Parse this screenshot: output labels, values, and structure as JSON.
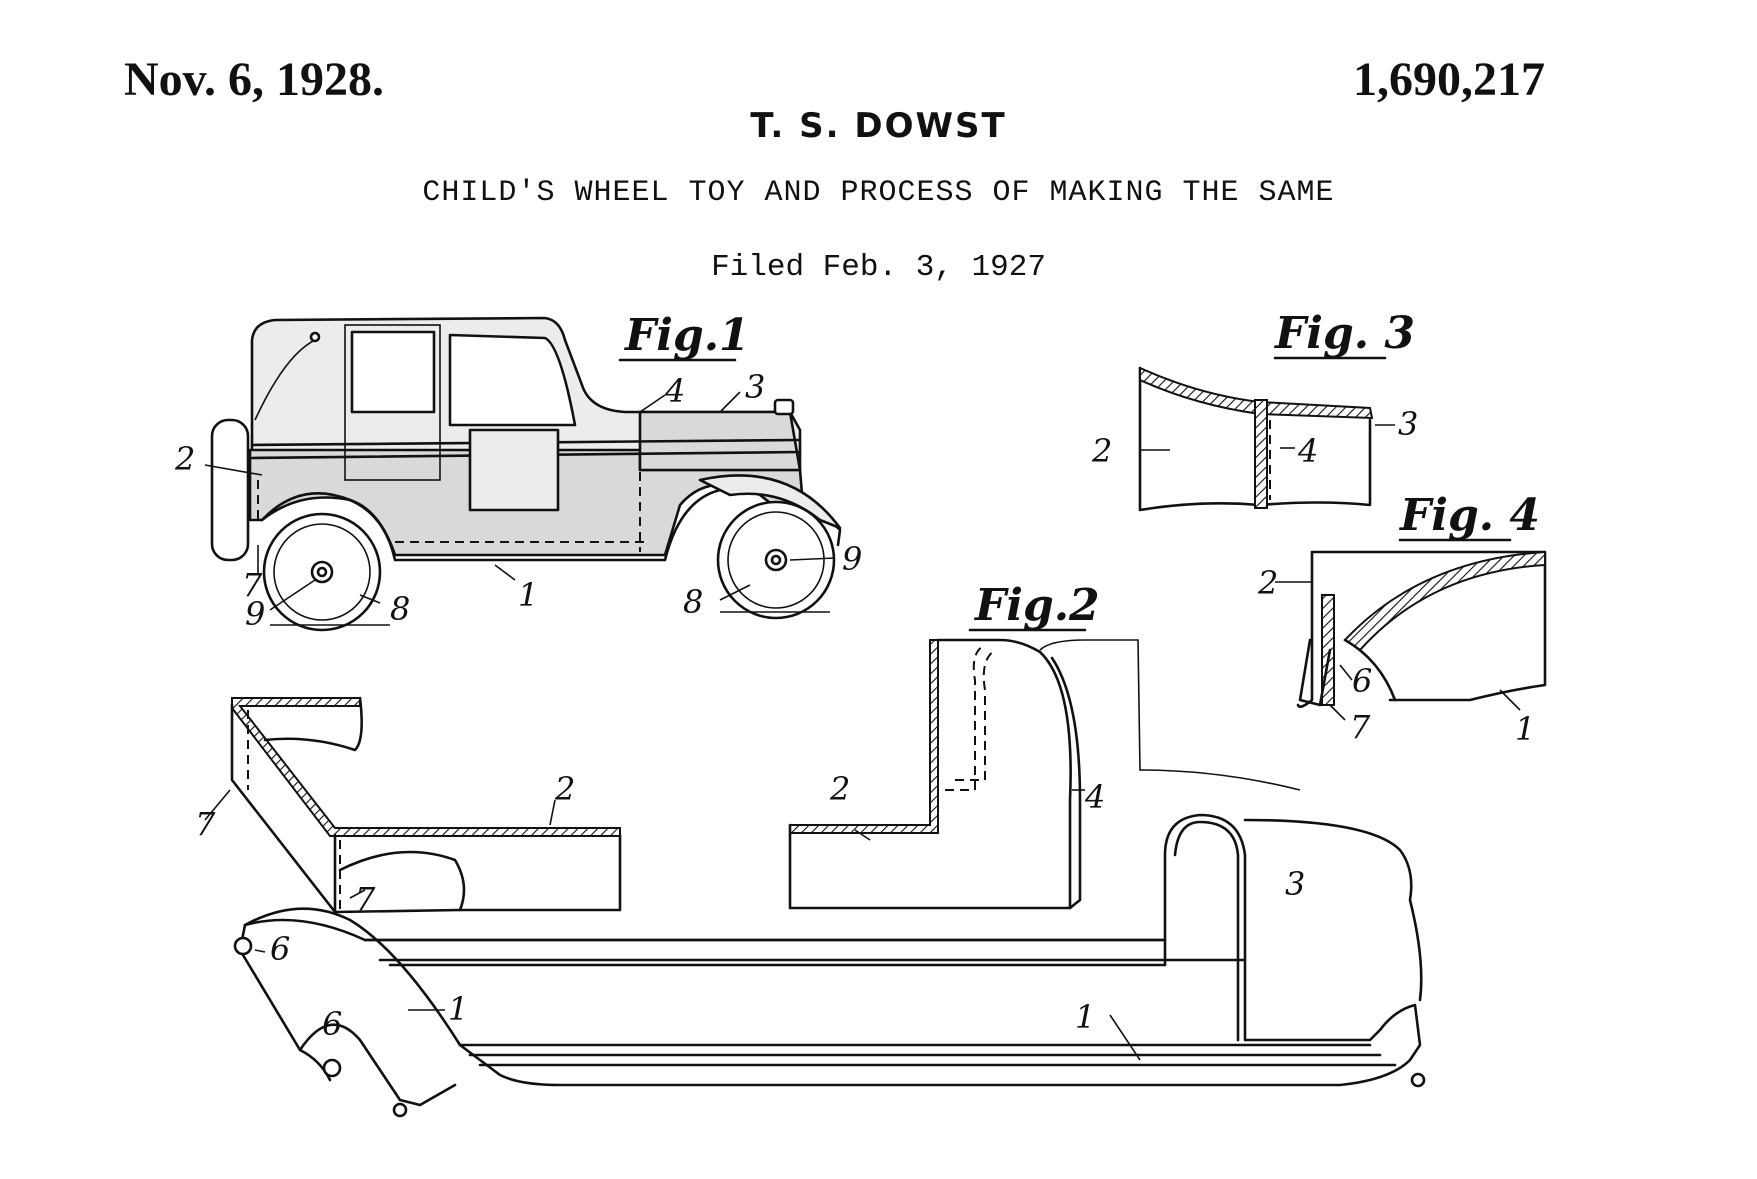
{
  "header": {
    "date": "Nov. 6, 1928.",
    "patent_number": "1,690,217",
    "inventor": "T. S. DOWST",
    "title": "CHILD'S WHEEL TOY AND PROCESS OF MAKING THE SAME",
    "filed": "Filed Feb. 3, 1927"
  },
  "figures": {
    "fig1": {
      "caption": "Fig.1",
      "labels": {
        "n1": "1",
        "n2": "2",
        "n3": "3",
        "n4": "4",
        "n7": "7",
        "n8a": "8",
        "n8b": "8",
        "n9a": "9",
        "n9b": "9"
      }
    },
    "fig2": {
      "caption": "Fig.2",
      "labels": {
        "n1a": "1",
        "n1b": "1",
        "n2a": "2",
        "n2b": "2",
        "n3": "3",
        "n4": "4",
        "n6a": "6",
        "n6b": "6",
        "n7a": "7",
        "n7b": "7"
      }
    },
    "fig3": {
      "caption": "Fig. 3",
      "labels": {
        "n2": "2",
        "n3": "3",
        "n4": "4"
      }
    },
    "fig4": {
      "caption": "Fig. 4",
      "labels": {
        "n1": "1",
        "n2": "2",
        "n6": "6",
        "n7": "7"
      }
    }
  }
}
